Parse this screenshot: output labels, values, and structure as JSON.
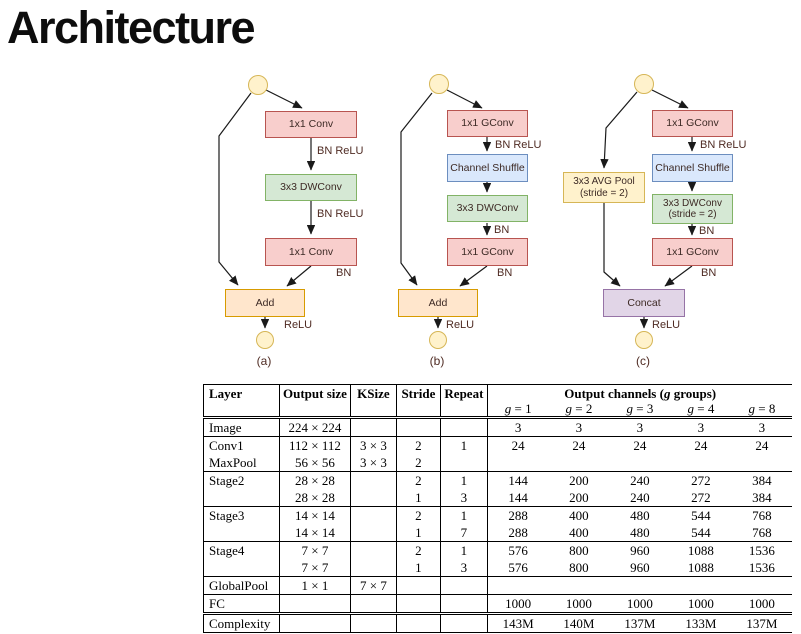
{
  "title": "Architecture",
  "figure": {
    "a": {
      "caption": "(a)",
      "conv1": "1x1 Conv",
      "dwconv": "3x3 DWConv",
      "conv2": "1x1 Conv",
      "add": "Add",
      "edge_bn_relu_1": "BN ReLU",
      "edge_bn_relu_2": "BN ReLU",
      "edge_bn": "BN",
      "edge_relu": "ReLU"
    },
    "b": {
      "caption": "(b)",
      "gconv1": "1x1 GConv",
      "shuffle": "Channel Shuffle",
      "dwconv": "3x3 DWConv",
      "gconv2": "1x1 GConv",
      "add": "Add",
      "edge_bn_relu": "BN ReLU",
      "edge_bn_1": "BN",
      "edge_bn_2": "BN",
      "edge_relu": "ReLU"
    },
    "c": {
      "caption": "(c)",
      "gconv1": "1x1 GConv",
      "shuffle": "Channel Shuffle",
      "dwconv_l1": "3x3 DWConv",
      "dwconv_l2": "(stride = 2)",
      "avgpool_l1": "3x3 AVG Pool",
      "avgpool_l2": "(stride = 2)",
      "gconv2": "1x1 GConv",
      "concat": "Concat",
      "edge_bn_relu": "BN ReLU",
      "edge_bn_1": "BN",
      "edge_bn_2": "BN",
      "edge_relu": "ReLU"
    }
  },
  "table": {
    "col_headers": [
      "Layer",
      "Output size",
      "KSize",
      "Stride",
      "Repeat"
    ],
    "channels_header": "Output channels (g groups)",
    "group_headers": [
      "g = 1",
      "g = 2",
      "g = 3",
      "g = 4",
      "g = 8"
    ],
    "rows": [
      {
        "rule": "double",
        "layer": "Image",
        "output": "224 × 224",
        "ksize": "",
        "stride": "",
        "repeat": "",
        "channels": [
          "3",
          "3",
          "3",
          "3",
          "3"
        ]
      },
      {
        "rule": "single",
        "layer": "Conv1",
        "output": "112 × 112",
        "ksize": "3 × 3",
        "stride": "2",
        "repeat": "1",
        "channels": [
          "24",
          "24",
          "24",
          "24",
          "24"
        ]
      },
      {
        "rule": "none",
        "layer": "MaxPool",
        "output": "56 × 56",
        "ksize": "3 × 3",
        "stride": "2",
        "repeat": "",
        "channels": [
          "",
          "",
          "",
          "",
          ""
        ]
      },
      {
        "rule": "single",
        "layer": "Stage2",
        "output": "28 × 28",
        "ksize": "",
        "stride": "2",
        "repeat": "1",
        "channels": [
          "144",
          "200",
          "240",
          "272",
          "384"
        ]
      },
      {
        "rule": "none",
        "layer": "",
        "output": "28 × 28",
        "ksize": "",
        "stride": "1",
        "repeat": "3",
        "channels": [
          "144",
          "200",
          "240",
          "272",
          "384"
        ]
      },
      {
        "rule": "single",
        "layer": "Stage3",
        "output": "14 × 14",
        "ksize": "",
        "stride": "2",
        "repeat": "1",
        "channels": [
          "288",
          "400",
          "480",
          "544",
          "768"
        ]
      },
      {
        "rule": "none",
        "layer": "",
        "output": "14 × 14",
        "ksize": "",
        "stride": "1",
        "repeat": "7",
        "channels": [
          "288",
          "400",
          "480",
          "544",
          "768"
        ]
      },
      {
        "rule": "single",
        "layer": "Stage4",
        "output": "7 × 7",
        "ksize": "",
        "stride": "2",
        "repeat": "1",
        "channels": [
          "576",
          "800",
          "960",
          "1088",
          "1536"
        ]
      },
      {
        "rule": "none",
        "layer": "",
        "output": "7 × 7",
        "ksize": "",
        "stride": "1",
        "repeat": "3",
        "channels": [
          "576",
          "800",
          "960",
          "1088",
          "1536"
        ]
      },
      {
        "rule": "single",
        "layer": "GlobalPool",
        "output": "1 × 1",
        "ksize": "7 × 7",
        "stride": "",
        "repeat": "",
        "channels": [
          "",
          "",
          "",
          "",
          ""
        ]
      },
      {
        "rule": "single",
        "layer": "FC",
        "output": "",
        "ksize": "",
        "stride": "",
        "repeat": "",
        "channels": [
          "1000",
          "1000",
          "1000",
          "1000",
          "1000"
        ]
      },
      {
        "rule": "double",
        "layer": "Complexity",
        "output": "",
        "ksize": "",
        "stride": "",
        "repeat": "",
        "channels": [
          "143M",
          "140M",
          "137M",
          "133M",
          "137M"
        ]
      }
    ]
  }
}
